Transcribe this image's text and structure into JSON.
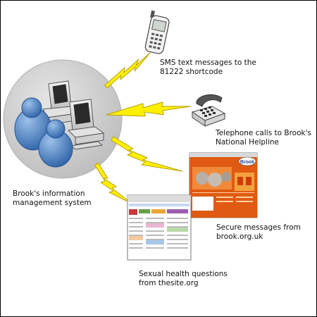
{
  "center": {
    "label": "Brook's information\nmanagement system"
  },
  "channels": [
    {
      "id": "sms",
      "icon": "mobile-phone-icon",
      "label": "SMS text messages to the\n81222 shortcode"
    },
    {
      "id": "phone",
      "icon": "telephone-icon",
      "label": "Telephone calls to Brook's\nNational Helpline"
    },
    {
      "id": "web",
      "icon": "website-screenshot",
      "label": "Secure messages from\nbrook.org.uk",
      "screenshot_logo": "Brook"
    },
    {
      "id": "thesite",
      "icon": "website-screenshot",
      "label": "Sexual health questions\nfrom thesite.org"
    }
  ],
  "colors": {
    "bolt": "#ffef00",
    "bolt_stroke": "#b8a300",
    "circle": "#cfcfcf",
    "people": "#4a7fc1",
    "brook_orange": "#e05a12"
  }
}
